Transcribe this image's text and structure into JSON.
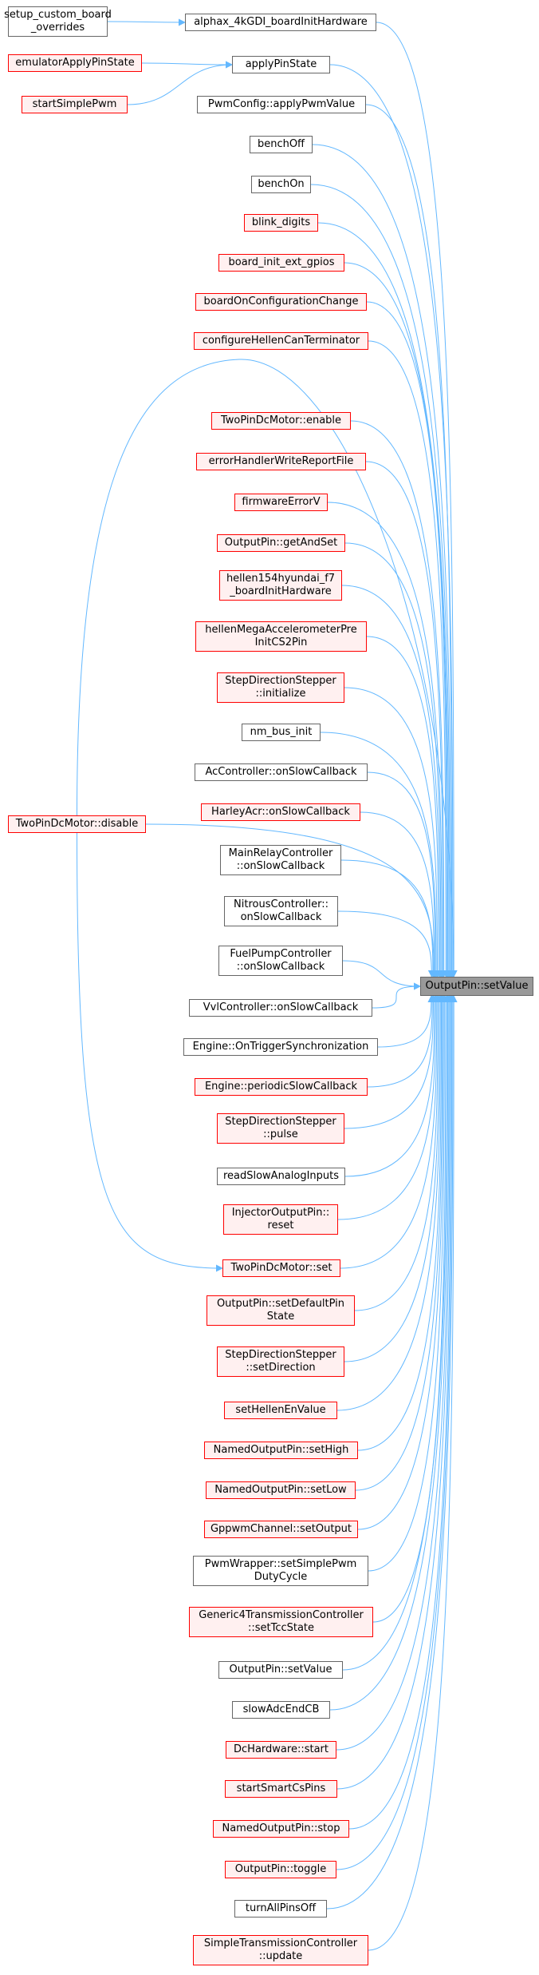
{
  "target": {
    "label": "OutputPin::setValue"
  },
  "colors": {
    "edge": "#63b8ff",
    "node_border": "#666666",
    "red_border": "#ff0000",
    "red_fill": "#fff0f0",
    "target_fill": "#999999"
  },
  "nodes": {
    "setup_custom_board_overrides": {
      "label": "setup_custom_board\n_overrides",
      "style": "black"
    },
    "alphax_4kgdi_board_init_hardware": {
      "label": "alphax_4kGDI_boardInitHardware",
      "style": "black"
    },
    "emulator_apply_pin_state": {
      "label": "emulatorApplyPinState",
      "style": "red"
    },
    "start_simple_pwm": {
      "label": "startSimplePwm",
      "style": "red"
    },
    "apply_pin_state": {
      "label": "applyPinState",
      "style": "black"
    },
    "pwm_config_apply_pwm_value": {
      "label": "PwmConfig::applyPwmValue",
      "style": "black"
    },
    "bench_off": {
      "label": "benchOff",
      "style": "black"
    },
    "bench_on": {
      "label": "benchOn",
      "style": "black"
    },
    "blink_digits": {
      "label": "blink_digits",
      "style": "red"
    },
    "board_init_ext_gpios": {
      "label": "board_init_ext_gpios",
      "style": "red"
    },
    "board_on_configuration_change": {
      "label": "boardOnConfigurationChange",
      "style": "red"
    },
    "configure_hellen_can_terminator": {
      "label": "configureHellenCanTerminator",
      "style": "red"
    },
    "two_pin_dc_motor_disable": {
      "label": "TwoPinDcMotor::disable",
      "style": "red"
    },
    "two_pin_dc_motor_enable": {
      "label": "TwoPinDcMotor::enable",
      "style": "red"
    },
    "error_handler_write_report_file": {
      "label": "errorHandlerWriteReportFile",
      "style": "red"
    },
    "firmware_error_v": {
      "label": "firmwareErrorV",
      "style": "red"
    },
    "output_pin_get_and_set": {
      "label": "OutputPin::getAndSet",
      "style": "red"
    },
    "hellen154hyundai_f7_board_init_hardware": {
      "label": "hellen154hyundai_f7\n_boardInitHardware",
      "style": "red"
    },
    "hellen_mega_accelerometer_pre_init_cs2_pin": {
      "label": "hellenMegaAccelerometerPre\nInitCS2Pin",
      "style": "red"
    },
    "step_direction_stepper_initialize": {
      "label": "StepDirectionStepper\n::initialize",
      "style": "red"
    },
    "nm_bus_init": {
      "label": "nm_bus_init",
      "style": "black"
    },
    "ac_controller_on_slow_callback": {
      "label": "AcController::onSlowCallback",
      "style": "black"
    },
    "harley_acr_on_slow_callback": {
      "label": "HarleyAcr::onSlowCallback",
      "style": "red"
    },
    "main_relay_controller_on_slow_callback": {
      "label": "MainRelayController\n::onSlowCallback",
      "style": "black"
    },
    "nitrous_controller_on_slow_callback": {
      "label": "NitrousController::\nonSlowCallback",
      "style": "black"
    },
    "fuel_pump_controller_on_slow_callback": {
      "label": "FuelPumpController\n::onSlowCallback",
      "style": "black"
    },
    "vvl_controller_on_slow_callback": {
      "label": "VvlController::onSlowCallback",
      "style": "black"
    },
    "engine_on_trigger_synchronization": {
      "label": "Engine::OnTriggerSynchronization",
      "style": "black"
    },
    "engine_periodic_slow_callback": {
      "label": "Engine::periodicSlowCallback",
      "style": "red"
    },
    "step_direction_stepper_pulse": {
      "label": "StepDirectionStepper\n::pulse",
      "style": "red"
    },
    "read_slow_analog_inputs": {
      "label": "readSlowAnalogInputs",
      "style": "black"
    },
    "injector_output_pin_reset": {
      "label": "InjectorOutputPin::\nreset",
      "style": "red"
    },
    "two_pin_dc_motor_set": {
      "label": "TwoPinDcMotor::set",
      "style": "red"
    },
    "output_pin_set_default_pin_state": {
      "label": "OutputPin::setDefaultPin\nState",
      "style": "red"
    },
    "step_direction_stepper_set_direction": {
      "label": "StepDirectionStepper\n::setDirection",
      "style": "red"
    },
    "set_hellen_en_value": {
      "label": "setHellenEnValue",
      "style": "red"
    },
    "named_output_pin_set_high": {
      "label": "NamedOutputPin::setHigh",
      "style": "red"
    },
    "named_output_pin_set_low": {
      "label": "NamedOutputPin::setLow",
      "style": "red"
    },
    "gppwm_channel_set_output": {
      "label": "GppwmChannel::setOutput",
      "style": "red"
    },
    "pwm_wrapper_set_simple_pwm_duty_cycle": {
      "label": "PwmWrapper::setSimplePwm\nDutyCycle",
      "style": "black"
    },
    "generic4_transmission_controller_set_tcc_state": {
      "label": "Generic4TransmissionController\n::setTccState",
      "style": "red"
    },
    "output_pin_set_value": {
      "label": "OutputPin::setValue",
      "style": "black"
    },
    "slow_adc_end_cb": {
      "label": "slowAdcEndCB",
      "style": "black"
    },
    "dc_hardware_start": {
      "label": "DcHardware::start",
      "style": "red"
    },
    "start_smart_cs_pins": {
      "label": "startSmartCsPins",
      "style": "red"
    },
    "named_output_pin_stop": {
      "label": "NamedOutputPin::stop",
      "style": "red"
    },
    "output_pin_toggle": {
      "label": "OutputPin::toggle",
      "style": "red"
    },
    "turn_all_pins_off": {
      "label": "turnAllPinsOff",
      "style": "black"
    },
    "simple_transmission_controller_update": {
      "label": "SimpleTransmissionController\n::update",
      "style": "red"
    }
  },
  "edges": [
    {
      "from": "setup_custom_board_overrides",
      "to": "alphax_4kgdi_board_init_hardware"
    },
    {
      "from": "alphax_4kgdi_board_init_hardware",
      "to": "target"
    },
    {
      "from": "emulator_apply_pin_state",
      "to": "apply_pin_state"
    },
    {
      "from": "start_simple_pwm",
      "to": "apply_pin_state"
    },
    {
      "from": "apply_pin_state",
      "to": "target"
    },
    {
      "from": "pwm_config_apply_pwm_value",
      "to": "target"
    },
    {
      "from": "bench_off",
      "to": "target"
    },
    {
      "from": "bench_on",
      "to": "target"
    },
    {
      "from": "blink_digits",
      "to": "target"
    },
    {
      "from": "board_init_ext_gpios",
      "to": "target"
    },
    {
      "from": "board_on_configuration_change",
      "to": "target"
    },
    {
      "from": "configure_hellen_can_terminator",
      "to": "target"
    },
    {
      "from": "two_pin_dc_motor_disable",
      "to": "target"
    },
    {
      "from": "two_pin_dc_motor_disable",
      "to": "two_pin_dc_motor_set"
    },
    {
      "from": "two_pin_dc_motor_enable",
      "to": "target"
    },
    {
      "from": "error_handler_write_report_file",
      "to": "target"
    },
    {
      "from": "firmware_error_v",
      "to": "target"
    },
    {
      "from": "output_pin_get_and_set",
      "to": "target"
    },
    {
      "from": "hellen154hyundai_f7_board_init_hardware",
      "to": "target"
    },
    {
      "from": "hellen_mega_accelerometer_pre_init_cs2_pin",
      "to": "target"
    },
    {
      "from": "step_direction_stepper_initialize",
      "to": "target"
    },
    {
      "from": "nm_bus_init",
      "to": "target"
    },
    {
      "from": "ac_controller_on_slow_callback",
      "to": "target"
    },
    {
      "from": "harley_acr_on_slow_callback",
      "to": "target"
    },
    {
      "from": "main_relay_controller_on_slow_callback",
      "to": "target"
    },
    {
      "from": "nitrous_controller_on_slow_callback",
      "to": "target"
    },
    {
      "from": "fuel_pump_controller_on_slow_callback",
      "to": "target"
    },
    {
      "from": "vvl_controller_on_slow_callback",
      "to": "target"
    },
    {
      "from": "engine_on_trigger_synchronization",
      "to": "target"
    },
    {
      "from": "engine_periodic_slow_callback",
      "to": "target"
    },
    {
      "from": "step_direction_stepper_pulse",
      "to": "target"
    },
    {
      "from": "read_slow_analog_inputs",
      "to": "target"
    },
    {
      "from": "injector_output_pin_reset",
      "to": "target"
    },
    {
      "from": "two_pin_dc_motor_set",
      "to": "target"
    },
    {
      "from": "output_pin_set_default_pin_state",
      "to": "target"
    },
    {
      "from": "step_direction_stepper_set_direction",
      "to": "target"
    },
    {
      "from": "set_hellen_en_value",
      "to": "target"
    },
    {
      "from": "named_output_pin_set_high",
      "to": "target"
    },
    {
      "from": "named_output_pin_set_low",
      "to": "target"
    },
    {
      "from": "gppwm_channel_set_output",
      "to": "target"
    },
    {
      "from": "pwm_wrapper_set_simple_pwm_duty_cycle",
      "to": "target"
    },
    {
      "from": "generic4_transmission_controller_set_tcc_state",
      "to": "target"
    },
    {
      "from": "output_pin_set_value",
      "to": "target"
    },
    {
      "from": "slow_adc_end_cb",
      "to": "target"
    },
    {
      "from": "dc_hardware_start",
      "to": "target"
    },
    {
      "from": "start_smart_cs_pins",
      "to": "target"
    },
    {
      "from": "named_output_pin_stop",
      "to": "target"
    },
    {
      "from": "output_pin_toggle",
      "to": "target"
    },
    {
      "from": "turn_all_pins_off",
      "to": "target"
    },
    {
      "from": "simple_transmission_controller_update",
      "to": "target"
    }
  ]
}
